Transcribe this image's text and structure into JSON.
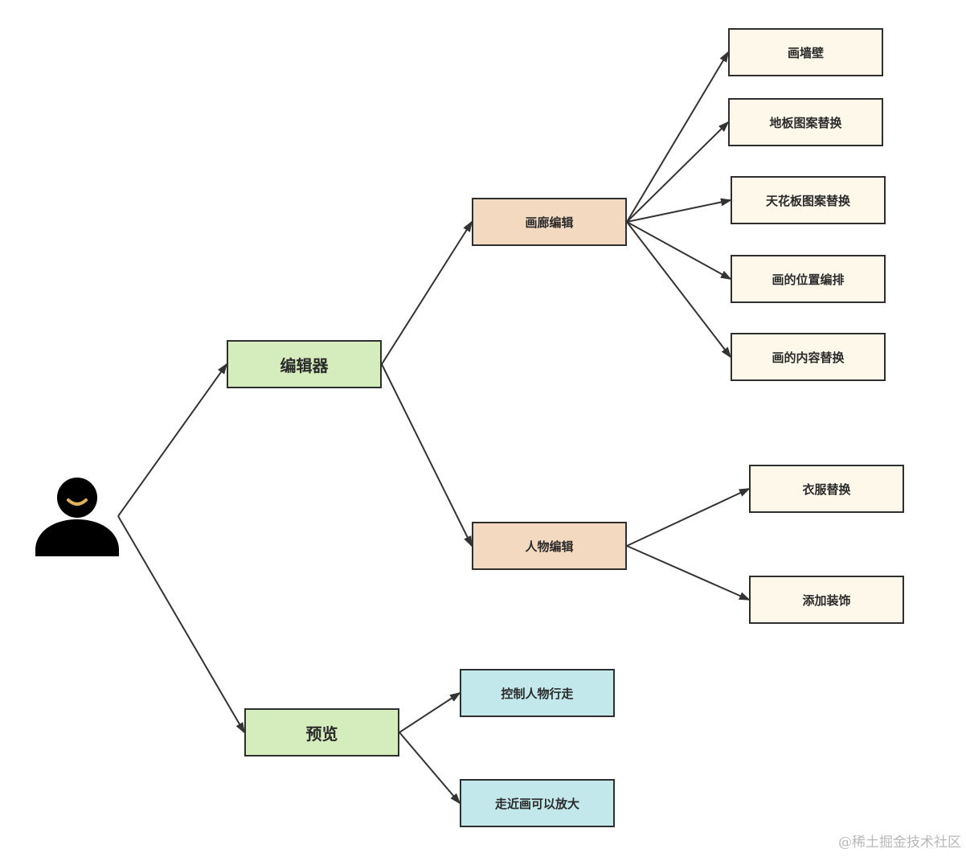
{
  "colors": {
    "level1_fill": "#d5ecbc",
    "editor_sub_fill": "#f3d9bf",
    "leaf_fill": "#fdf8ea",
    "preview_sub_fill": "#c3e8ec",
    "edge": "#333333",
    "person": "#000000",
    "smile": "#e0b25a"
  },
  "actor": {
    "icon": "user-icon"
  },
  "nodes": {
    "editor": {
      "label": "编辑器"
    },
    "preview": {
      "label": "预览"
    },
    "gallery_edit": {
      "label": "画廊编辑"
    },
    "character_edit": {
      "label": "人物编辑"
    },
    "paint_wall": {
      "label": "画墙壁"
    },
    "floor_pattern": {
      "label": "地板图案替换"
    },
    "ceiling_pattern": {
      "label": "天花板图案替换"
    },
    "painting_layout": {
      "label": "画的位置编排"
    },
    "painting_content": {
      "label": "画的内容替换"
    },
    "clothing_replace": {
      "label": "衣服替换"
    },
    "add_accessories": {
      "label": "添加装饰"
    },
    "control_walk": {
      "label": "控制人物行走"
    },
    "zoom_painting": {
      "label": "走近画可以放大"
    }
  },
  "edges": [
    [
      "actor",
      "editor"
    ],
    [
      "actor",
      "preview"
    ],
    [
      "editor",
      "gallery_edit"
    ],
    [
      "editor",
      "character_edit"
    ],
    [
      "gallery_edit",
      "paint_wall"
    ],
    [
      "gallery_edit",
      "floor_pattern"
    ],
    [
      "gallery_edit",
      "ceiling_pattern"
    ],
    [
      "gallery_edit",
      "painting_layout"
    ],
    [
      "gallery_edit",
      "painting_content"
    ],
    [
      "character_edit",
      "clothing_replace"
    ],
    [
      "character_edit",
      "add_accessories"
    ],
    [
      "preview",
      "control_walk"
    ],
    [
      "preview",
      "zoom_painting"
    ]
  ],
  "watermark": "@稀土掘金技术社区"
}
